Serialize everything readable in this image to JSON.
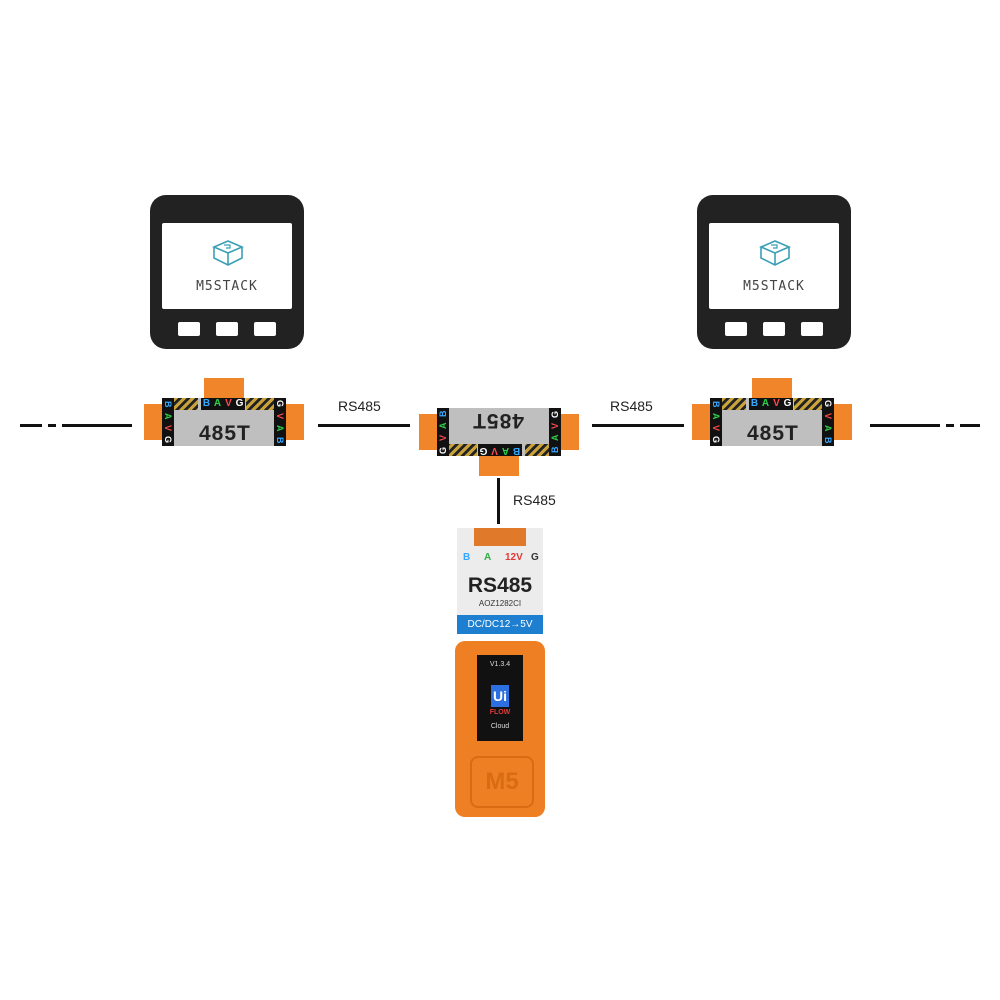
{
  "core_device": {
    "brand": "M5STACK"
  },
  "unit_485t": {
    "label": "485T",
    "pins": [
      "B",
      "A",
      "V",
      "G"
    ]
  },
  "wires": {
    "label_left": "RS485",
    "label_right": "RS485",
    "label_down": "RS485"
  },
  "rs485_module": {
    "pins": [
      "B",
      "A",
      "12V",
      "G"
    ],
    "title": "RS485",
    "chip": "AOZ1282CI",
    "band": "DC/DC12→5V"
  },
  "atom_device": {
    "version": "V1.3.4",
    "ui_logo": "Ui",
    "flow_logo": "FLOW",
    "cloud": "Cloud",
    "m5_logo": "M5"
  },
  "colors": {
    "orange": "#f0852a",
    "pin_b": "#35a7ff",
    "pin_a": "#2fd04a",
    "pin_v": "#ff4a4a",
    "pin_g": "#ffffff"
  }
}
